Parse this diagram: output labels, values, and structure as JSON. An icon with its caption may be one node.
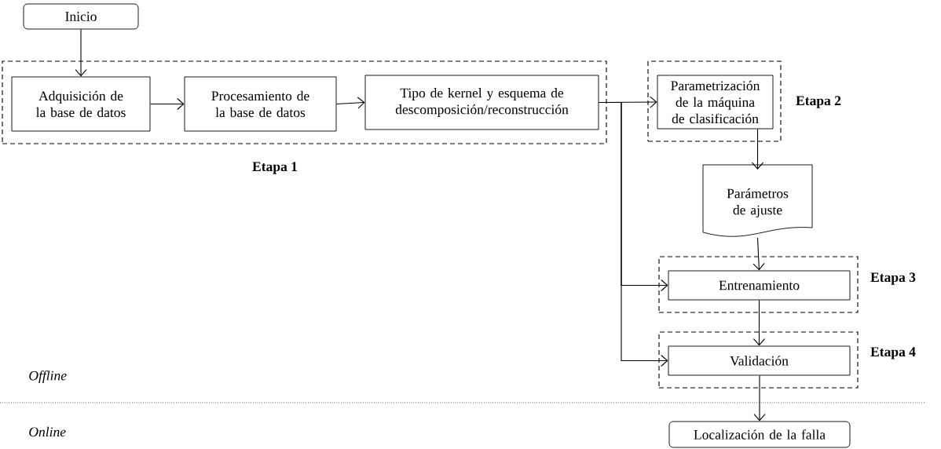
{
  "diagram": {
    "nodes": [
      {
        "text": [
          "Inicio"
        ]
      },
      {
        "text": [
          "Etapa 1"
        ]
      },
      {
        "text": [
          "Adquisición de la base de datos"
        ],
        "in": 1
      },
      {
        "text": [
          "Procesamiento de la base de datos"
        ],
        "in": 1
      },
      {
        "text": [
          "Tipo de kernel y esquema de descomposición/reconstrucción"
        ],
        "in": 1
      },
      {
        "text": [
          "Etapa 2"
        ]
      },
      {
        "text": [
          "Parametrización de la máquina de clasificación"
        ],
        "in": 5
      },
      {
        "text": [
          "Parámetros de ajuste"
        ]
      },
      {
        "text": [
          "Etapa 3"
        ]
      },
      {
        "text": [
          "Entrenamiento"
        ],
        "in": 8
      },
      {
        "text": [
          "Etapa 4"
        ]
      },
      {
        "text": [
          "Validación"
        ],
        "in": 10
      },
      {
        "text": [
          "Localización de la falla"
        ]
      }
    ],
    "edges": [
      {
        "from": 0,
        "to": 2,
        "arrow": "to"
      },
      {
        "from": 2,
        "to": 3,
        "arrow": "to"
      },
      {
        "from": 3,
        "to": 4,
        "arrow": "to"
      },
      {
        "from": 4,
        "to": 6,
        "arrow": "to"
      },
      {
        "from": 4,
        "to": 9,
        "arrow": "to"
      },
      {
        "from": 4,
        "to": 11,
        "arrow": "to"
      },
      {
        "from": 6,
        "to": 7,
        "arrow": "to"
      },
      {
        "from": 7,
        "to": 9,
        "arrow": "to"
      },
      {
        "from": 9,
        "to": 11,
        "arrow": "to"
      },
      {
        "from": 11,
        "to": 12,
        "arrow": "to"
      }
    ],
    "labels": [
      "Offline",
      "Online"
    ]
  }
}
